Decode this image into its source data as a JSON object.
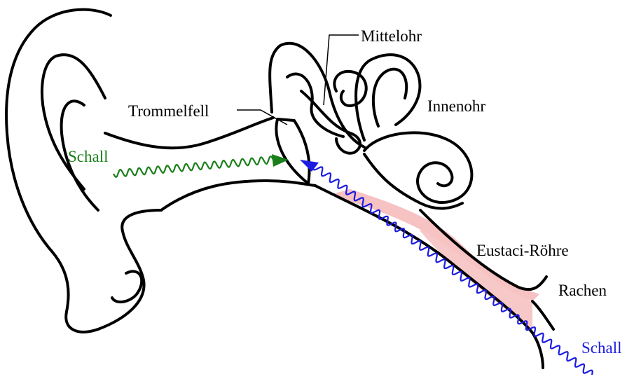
{
  "labels": {
    "mittelohr": "Mittelohr",
    "innenohr": "Innenohr",
    "trommelfell": "Trommelfell",
    "schall_outer": "Schall",
    "eustachi": "Eustaci-Röhre",
    "rachen": "Rachen",
    "schall_throat": "Schall"
  },
  "colors": {
    "outline": "#000000",
    "sound_outer": "#1a7f1a",
    "sound_throat": "#1c1ce0",
    "tube_fill": "#f6c2c2"
  }
}
